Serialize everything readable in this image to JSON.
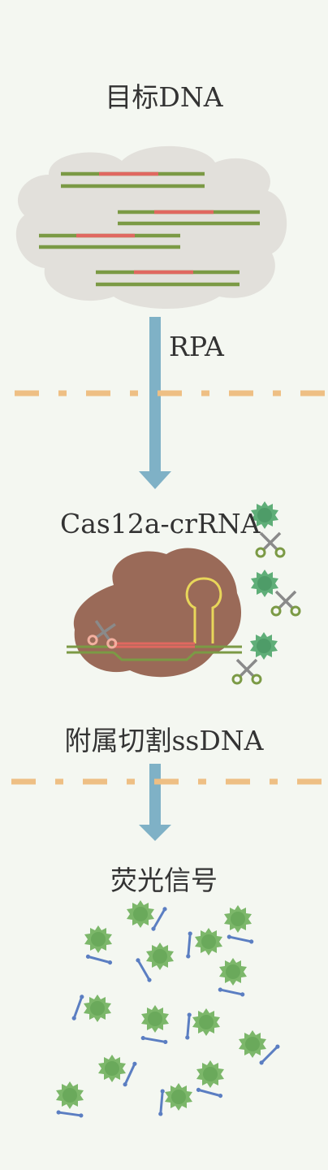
{
  "labels": {
    "target": "目标DNA",
    "rpa": "RPA",
    "cas": "Cas12a-crRNA",
    "cleave": "附属切割ssDNA",
    "signal": "荧光信号"
  },
  "colors": {
    "background": "#f4f7f1",
    "cloud": "#e2e0db",
    "dna_green": "#7b9a45",
    "dna_red": "#e06860",
    "arrow": "#7fb1c6",
    "dash": "#eebf84",
    "protein": "#9a6a58",
    "crRNA_loop": "#e8d65a",
    "fluor": "#7cb76a",
    "probe": "#5b7ec2",
    "scissors_handle_pink": "#f2b0a0",
    "scissors_handle_green": "#7b9a45",
    "scissors_blade": "#8a8a8a"
  },
  "icons": [
    "scissors-icon",
    "fluorophore-icon",
    "ssdna-probe-icon",
    "arrow-icon"
  ]
}
